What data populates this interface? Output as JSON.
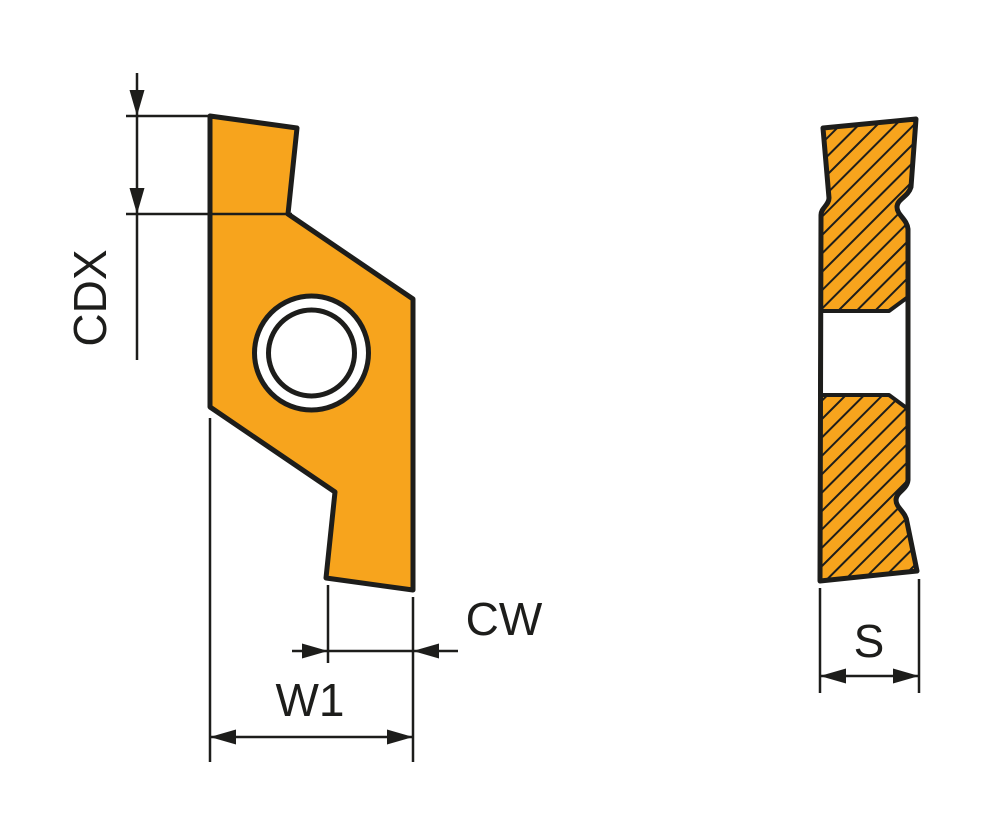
{
  "diagram": {
    "labels": {
      "cdx": "CDX",
      "cw": "CW",
      "w1": "W1",
      "s": "S"
    },
    "colors": {
      "insert": "#F7A41D",
      "ink": "#1D1D1B",
      "hole": "#FFFFFF"
    }
  }
}
